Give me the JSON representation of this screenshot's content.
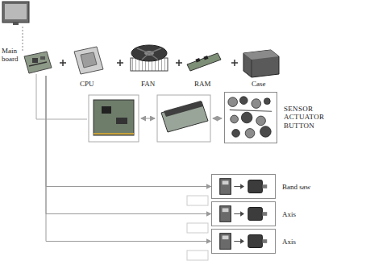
{
  "diagram": {
    "nodes": [
      {
        "text": [
          "Main board"
        ]
      },
      {
        "text": [
          "SENSOR ACTUATOR BUTTON"
        ]
      },
      {
        "text": [
          "Band saw"
        ]
      },
      {
        "text": [
          "Axis"
        ]
      },
      {
        "text": [
          "Axis"
        ]
      }
    ],
    "edges": [
      {
        "from": 0,
        "to": 2,
        "arrow": "to"
      },
      {
        "from": 0,
        "to": 3,
        "arrow": "to"
      },
      {
        "from": 0,
        "to": 4,
        "arrow": "to"
      }
    ],
    "labels": [
      "CPU",
      "FAN",
      "RAM",
      "Case"
    ]
  }
}
